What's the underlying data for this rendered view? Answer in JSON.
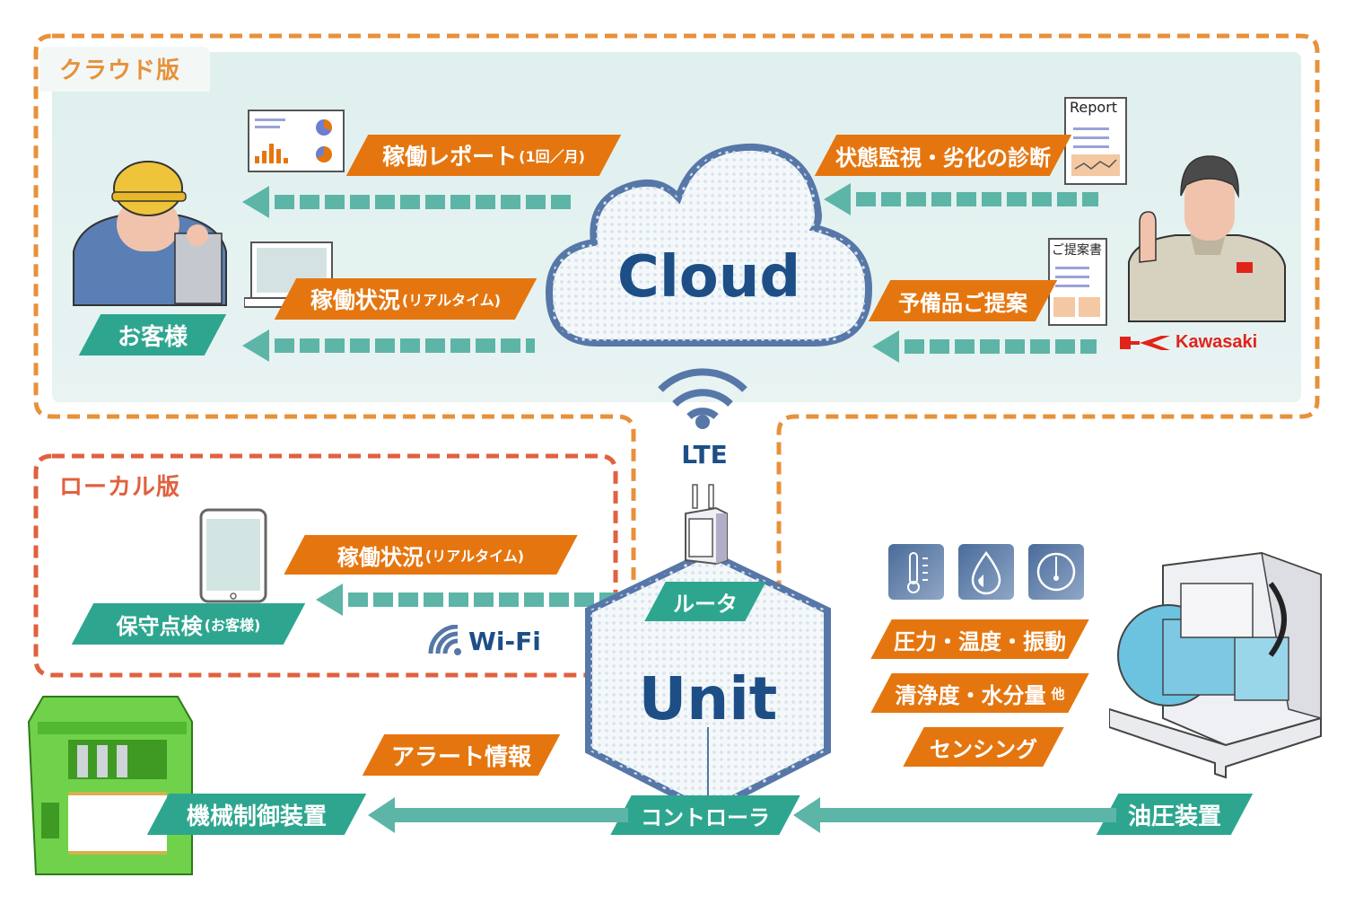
{
  "sections": {
    "cloud": {
      "title": "クラウド版",
      "border_color": "#e8913a"
    },
    "local": {
      "title": "ローカル版",
      "border_color": "#e0613f"
    }
  },
  "colors": {
    "orange_label": "#e5760f",
    "teal_label": "#2ea68f",
    "arrow": "#5db5a7",
    "navy_text": "#1d4f86",
    "kawasaki_red": "#e2231a"
  },
  "cloud_node": {
    "label": "Cloud"
  },
  "unit_node": {
    "label": "Unit"
  },
  "lte": {
    "label": "LTE",
    "icon": "wifi-signal-icon"
  },
  "wifi": {
    "label": "Wi-Fi",
    "icon": "wifi-icon"
  },
  "customer": {
    "label": "お客様",
    "icon": "worker-with-helmet-icon"
  },
  "kawasaki": {
    "brand": "Kawasaki",
    "icon": "kawasaki-staff-icon"
  },
  "cloud_flows": {
    "monthly_report": {
      "main": "稼働レポート",
      "sub": "(1回／月)",
      "icon": "report-dashboard-icon"
    },
    "realtime_status": {
      "main": "稼働状況",
      "sub": "(リアルタイム)",
      "icon": "laptop-icon"
    },
    "diagnosis": {
      "main": "状態監視・劣化の診断",
      "doc_title": "Report",
      "icon": "report-document-icon"
    },
    "spare_parts": {
      "main": "予備品ご提案",
      "doc_title": "ご提案書",
      "icon": "proposal-document-icon"
    }
  },
  "local_flows": {
    "realtime_status": {
      "main": "稼働状況",
      "sub": "(リアルタイム)"
    },
    "maintenance": {
      "main": "保守点検",
      "sub": "(お客様)",
      "icon": "tablet-icon"
    }
  },
  "router": {
    "label": "ルータ",
    "icon": "router-icon"
  },
  "controller": {
    "label": "コントローラ"
  },
  "alert": {
    "label": "アラート情報"
  },
  "machine_control": {
    "label": "機械制御装置",
    "icon": "press-machine-icon"
  },
  "hydraulic": {
    "label": "油圧装置",
    "icon": "hydraulic-unit-icon"
  },
  "sensing": {
    "icons": [
      "thermometer-icon",
      "water-drop-icon",
      "gauge-icon"
    ],
    "line1": "圧力・温度・振動",
    "line2": "清浄度・水分量",
    "line2_suffix": "他",
    "line3": "センシング"
  }
}
